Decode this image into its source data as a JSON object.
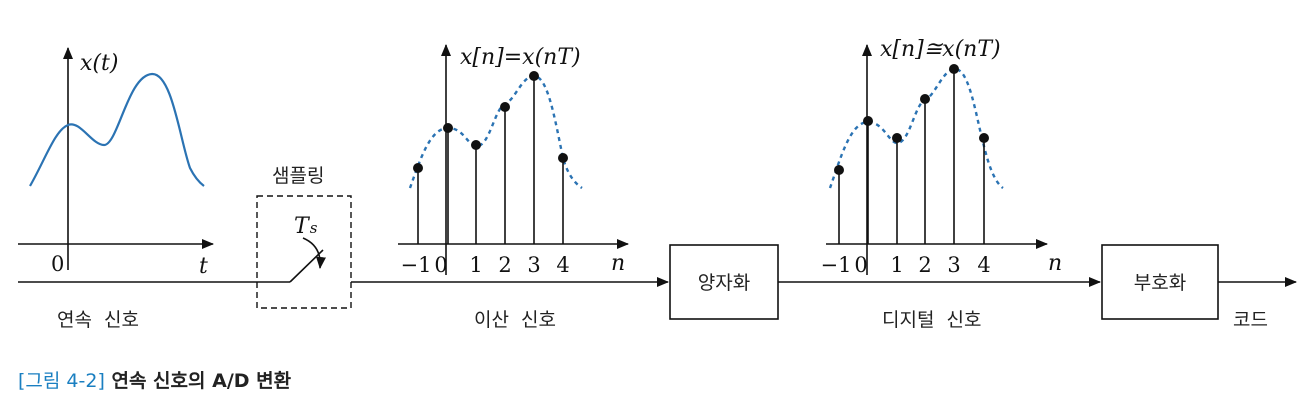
{
  "continuous": {
    "y_label": "x(t)",
    "x_label": "t",
    "origin_label": "0",
    "caption": "연속  신호",
    "curve_color": "#2b73b3"
  },
  "sampling": {
    "label": "샘플링",
    "switch_label": "T",
    "switch_subscript": "s"
  },
  "discrete": {
    "y_label": "x[n]=x(nT)",
    "x_label": "n",
    "tick_labels": [
      "−1",
      "0",
      "1",
      "2",
      "3",
      "4"
    ],
    "caption": "이산  신호"
  },
  "quantizer": {
    "label": "양자화"
  },
  "digital": {
    "y_label": "x[n]≅x(nT)",
    "x_label": "n",
    "tick_labels": [
      "−1",
      "0",
      "1",
      "2",
      "3",
      "4"
    ],
    "caption": "디지털  신호"
  },
  "encoder": {
    "label": "부호화"
  },
  "output": {
    "label": "코드"
  },
  "figure_caption": {
    "tag": "[그림 4-2]",
    "title": "연속 신호의 A/D 변환"
  }
}
